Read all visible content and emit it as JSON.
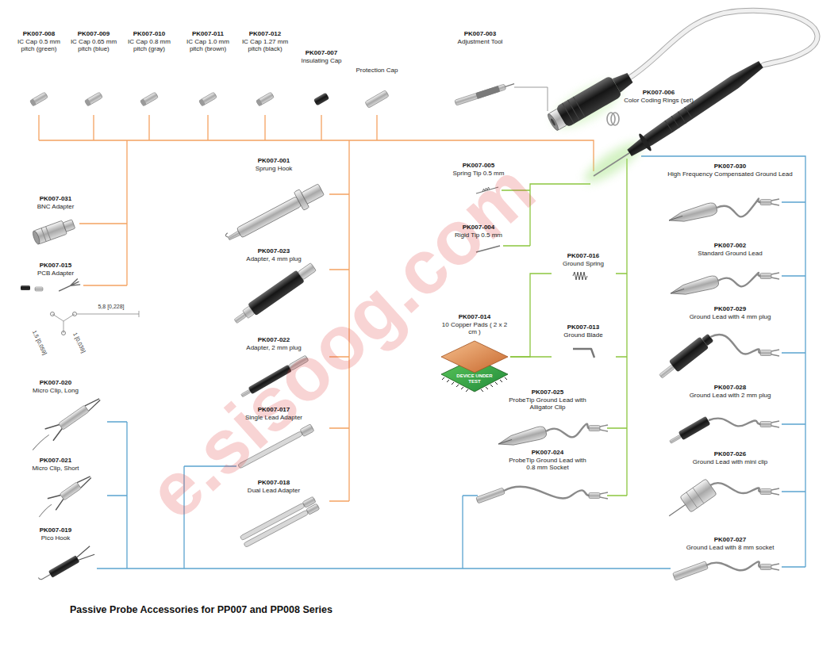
{
  "diagram": {
    "title": "Passive Probe Accessories for PP007 and PP008 Series",
    "nodes": [
      {
        "text": [
          "PK007-008",
          "IC Cap 0.5 mm pitch (green)"
        ]
      },
      {
        "text": [
          "PK007-009",
          "IC Cap 0.65 mm pitch (blue)"
        ]
      },
      {
        "text": [
          "PK007-010",
          "IC Cap 0.8 mm pitch (gray)"
        ]
      },
      {
        "text": [
          "PK007-011",
          "IC Cap 1.0 mm pitch (brown)"
        ]
      },
      {
        "text": [
          "PK007-012",
          "IC Cap 1.27 mm pitch (black)"
        ]
      },
      {
        "text": [
          "PK007-007",
          "Insulating Cap"
        ]
      },
      {
        "text": [
          "Protection Cap"
        ]
      },
      {
        "text": [
          "PK007-003",
          "Adjustment Tool"
        ]
      },
      {
        "text": [
          "PK007-006",
          "Color Coding Rings (set)"
        ]
      },
      {
        "text": [
          "PK007-031",
          "BNC Adapter"
        ]
      },
      {
        "text": [
          "PK007-015",
          "PCB Adapter"
        ]
      },
      {
        "text": [
          "PK007-020",
          "Micro Clip, Long"
        ]
      },
      {
        "text": [
          "PK007-021",
          "Micro Clip, Short"
        ]
      },
      {
        "text": [
          "PK007-019",
          "Pico Hook"
        ]
      },
      {
        "text": [
          "PK007-001",
          "Sprung Hook"
        ]
      },
      {
        "text": [
          "PK007-023",
          "Adapter, 4 mm plug"
        ]
      },
      {
        "text": [
          "PK007-022",
          "Adapter, 2 mm plug"
        ]
      },
      {
        "text": [
          "PK007-017",
          "Single Lead Adapter"
        ]
      },
      {
        "text": [
          "PK007-018",
          "Dual Lead Adapter"
        ]
      },
      {
        "text": [
          "PK007-005",
          "Spring Tip 0.5 mm"
        ]
      },
      {
        "text": [
          "PK007-004",
          "Rigid Tip 0.5 mm"
        ]
      },
      {
        "text": [
          "PK007-014",
          "10 Copper Pads ( 2 x 2 cm )"
        ]
      },
      {
        "text": [
          "PK007-016",
          "Ground Spring"
        ]
      },
      {
        "text": [
          "PK007-013",
          "Ground Blade"
        ]
      },
      {
        "text": [
          "PK007-025",
          "ProbeTip Ground Lead with Alligator Clip"
        ]
      },
      {
        "text": [
          "PK007-024",
          "ProbeTip Ground Lead with 0.8 mm Socket"
        ]
      },
      {
        "text": [
          "PK007-030",
          "High Frequency Compensated Ground Lead"
        ]
      },
      {
        "text": [
          "PK007-002",
          "Standard Ground Lead"
        ]
      },
      {
        "text": [
          "PK007-029",
          "Ground Lead with 4 mm plug"
        ]
      },
      {
        "text": [
          "PK007-028",
          "Ground Lead with 2 mm plug"
        ]
      },
      {
        "text": [
          "PK007-026",
          "Ground Lead with mini clip"
        ]
      },
      {
        "text": [
          "PK007-027",
          "Ground Lead with 8 mm socket"
        ]
      }
    ],
    "edges": [
      {
        "from": 21,
        "to": 22,
        "arrow": "none"
      },
      {
        "from": 21,
        "to": 23,
        "arrow": "none"
      }
    ],
    "labels": [
      "DEVICE UNDER TEST",
      "5,8 [0,228]",
      "1,5 [0,059]",
      "1 [0,039]",
      "e.sisoog.com"
    ]
  }
}
